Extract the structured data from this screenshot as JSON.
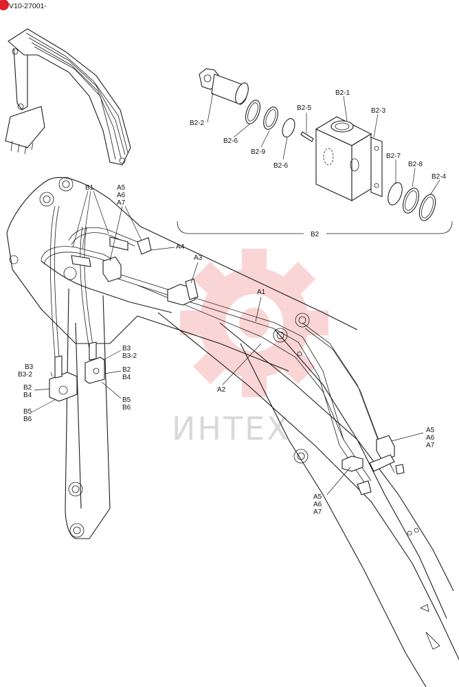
{
  "header": {
    "serial": "V10-27001-"
  },
  "watermark": {
    "text": "ИНТЕХ",
    "color": "#f06a6a"
  },
  "colors": {
    "badge": "#e0202a",
    "lines": "#1a1a1a"
  },
  "callouts": {
    "b2_2": "B2-2",
    "b2_6a": "B2-6",
    "b2_9": "B2-9",
    "b2_5": "B2-5",
    "b2_6b": "B2-6",
    "b2_1": "B2-1",
    "b2_3": "B2-3",
    "b2_7": "B2-7",
    "b2_8": "B2-8",
    "b2_4": "B2-4",
    "b2_group": "B2",
    "b1": "B1",
    "a5_top": "A5",
    "a6_top": "A6",
    "a7_top": "A7",
    "a4": "A4",
    "a3": "A3",
    "a1": "A1",
    "a2": "A2",
    "b3_left": "B3",
    "b3_2_left": "B3-2",
    "b2_left": "B2",
    "b4_left": "B4",
    "b5_left": "B5",
    "b6_left": "B6",
    "b3_mid": "B3",
    "b3_2_mid": "B3-2",
    "b2_mid": "B2",
    "b4_mid": "B4",
    "b5_mid": "B5",
    "b6_mid": "B6",
    "a5_right": "A5",
    "a6_right": "A6",
    "a7_right": "A7",
    "a5_low": "A5",
    "a6_low": "A6",
    "a7_low": "A7"
  }
}
